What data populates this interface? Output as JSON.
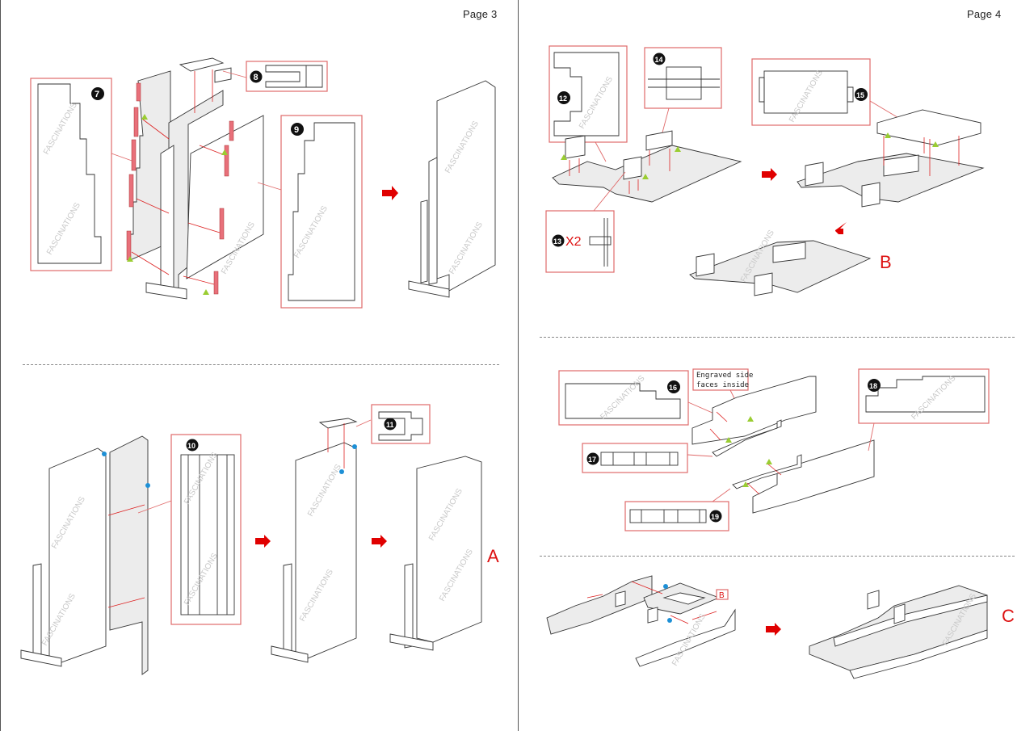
{
  "document": {
    "type": "3D metal model assembly instructions",
    "watermark": "FASCINATIONS"
  },
  "pages": [
    {
      "page_label": "Page 3",
      "steps": [
        {
          "parts": [
            "7",
            "8",
            "9"
          ],
          "result": ""
        },
        {
          "parts": [
            "10",
            "11"
          ],
          "result": "A"
        }
      ]
    },
    {
      "page_label": "Page 4",
      "steps": [
        {
          "parts": [
            "12",
            "13",
            "14",
            "15"
          ],
          "multiplier": {
            "part": "13",
            "label": "X2"
          },
          "result": "B"
        },
        {
          "parts": [
            "16",
            "17",
            "18",
            "19"
          ],
          "note": "Engraved side faces inside"
        },
        {
          "parts": [],
          "references": [
            "B"
          ],
          "result": "C"
        }
      ]
    }
  ],
  "labels": {
    "page3": "Page 3",
    "page4": "Page 4",
    "p7": "7",
    "p8": "8",
    "p9": "9",
    "p10": "10",
    "p11": "11",
    "p12": "12",
    "p13": "13",
    "p14": "14",
    "p15": "15",
    "p16": "16",
    "p17": "17",
    "p18": "18",
    "p19": "19",
    "x2": "X2",
    "resultA": "A",
    "resultB": "B",
    "resultC": "C",
    "refB": "B",
    "note_line1": "Engraved side",
    "note_line2": "faces inside",
    "watermark": "FASCINATIONS"
  },
  "colors": {
    "part_box_border": "#e06a6a",
    "arrow_red": "#e00000",
    "result_letter_red": "#d11111",
    "highlight_pink": "#e8707a",
    "alignment_triangle_green": "#9acd32",
    "alignment_dot_blue": "#1e90d6"
  }
}
